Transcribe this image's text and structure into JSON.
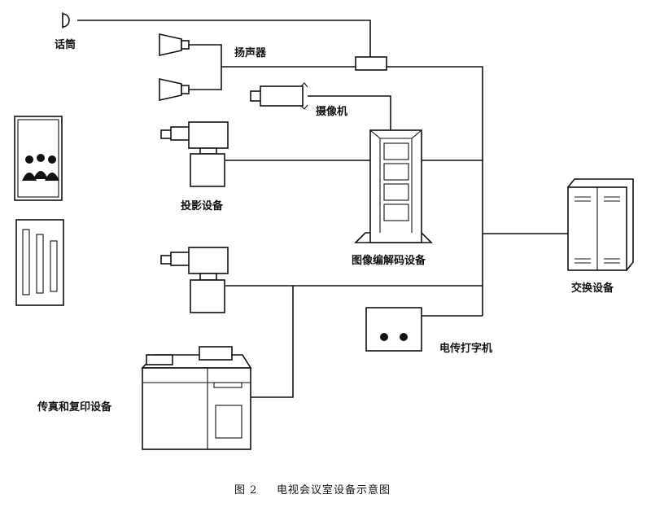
{
  "labels": {
    "microphone": "话筒",
    "speaker": "扬声器",
    "camera": "摄像机",
    "projector": "投影设备",
    "codec": "图像编解码设备",
    "switch": "交换设备",
    "teleprinter": "电传打字机",
    "fax_copier": "传真和复印设备"
  },
  "caption": {
    "figure_no": "图 2",
    "title": "电视会议室设备示意图"
  }
}
